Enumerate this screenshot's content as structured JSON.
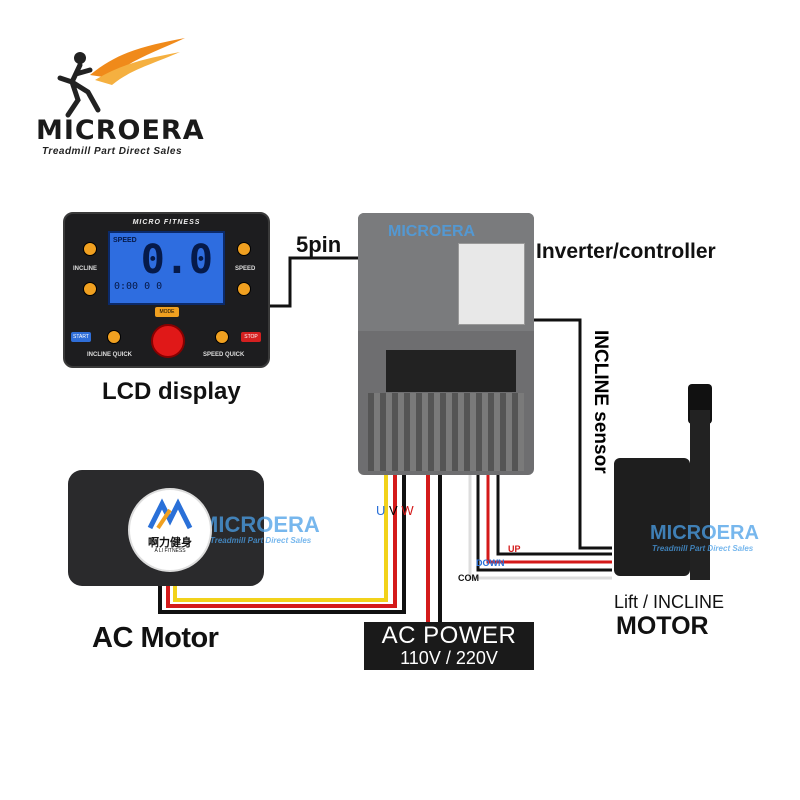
{
  "logo": {
    "brand": "MICROERA",
    "tagline": "Treadmill Part Direct Sales"
  },
  "labels": {
    "pin": "5pin",
    "inverter": "Inverter/controller",
    "incline_sensor": "INCLINE sensor",
    "lcd_display": "LCD display",
    "ac_motor": "AC Motor",
    "lift": "Lift / INCLINE",
    "motor": "MOTOR"
  },
  "ac_power": {
    "title": "AC POWER",
    "voltage": "110V / 220V"
  },
  "wires": {
    "u": "U",
    "v": "V",
    "w": "W",
    "up": "UP",
    "down": "DOWN",
    "com": "COM"
  },
  "panel": {
    "title": "MICRO FITNESS",
    "readout": "0.0",
    "speed_tag": "SPEED",
    "bottom_row": "0:00  0  0",
    "incline": "INCLINE",
    "speed": "SPEED",
    "mode": "MODE",
    "start": "START",
    "stop": "STOP",
    "incline_quick": "INCLINE QUICK",
    "speed_quick": "SPEED QUICK"
  },
  "watermark": {
    "text": "MICROERA",
    "sub": "Treadmill Part Direct Sales"
  },
  "motor_badge": {
    "cn": "啊力健身",
    "en": "A LI FITNESS"
  },
  "colors": {
    "yellow_wire": "#f2d21a",
    "red_wire": "#d41a1a",
    "black_wire": "#111111",
    "blue_screen": "#2e6de0"
  }
}
